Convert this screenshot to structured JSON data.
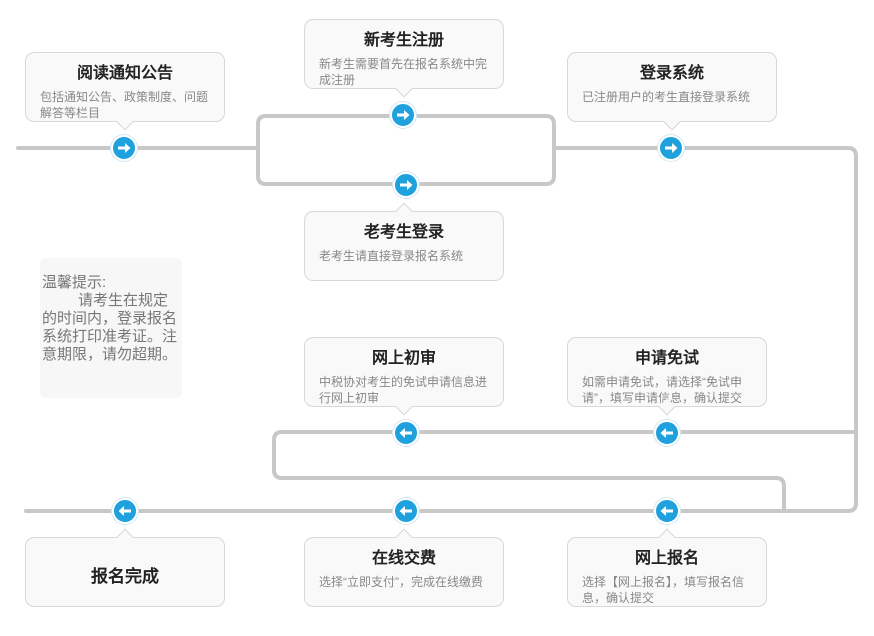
{
  "steps": {
    "read_notice": {
      "title": "阅读通知公告",
      "desc": "包括通知公告、政策制度、问题解答等栏目",
      "icon": "arrow-right-icon"
    },
    "new_register": {
      "title": "新考生注册",
      "desc": "新考生需要首先在报名系统中完成注册",
      "icon": "arrow-right-icon"
    },
    "old_login": {
      "title": "老考生登录",
      "desc": "老考生请直接登录报名系统",
      "icon": "arrow-right-icon"
    },
    "login_system": {
      "title": "登录系统",
      "desc": "已注册用户的考生直接登录系统",
      "icon": "arrow-right-icon"
    },
    "online_review": {
      "title": "网上初审",
      "desc": "中税协对考生的免试申请信息进行网上初审",
      "icon": "arrow-left-icon"
    },
    "apply_exempt": {
      "title": "申请免试",
      "desc": "如需申请免试，请选择“免试申请”，填写申请信息，确认提交",
      "icon": "arrow-left-icon"
    },
    "pay_online": {
      "title": "在线交费",
      "desc": "选择“立即支付”，完成在线缴费",
      "icon": "arrow-left-icon"
    },
    "online_signup": {
      "title": "网上报名",
      "desc": "选择【网上报名】，填写报名信息，确认提交",
      "icon": "arrow-left-icon"
    },
    "done": {
      "title": "报名完成",
      "icon": "arrow-left-icon"
    }
  },
  "tip": {
    "heading": "温馨提示:",
    "body": "请考生在规定的时间内，登录报名系统打印准考证。注意期限，请勿超期。"
  },
  "colors": {
    "node": "#1ea1dc",
    "line": "#c8c8c8",
    "box_bg": "#f9f9f9",
    "box_border": "#d8d8d8"
  }
}
